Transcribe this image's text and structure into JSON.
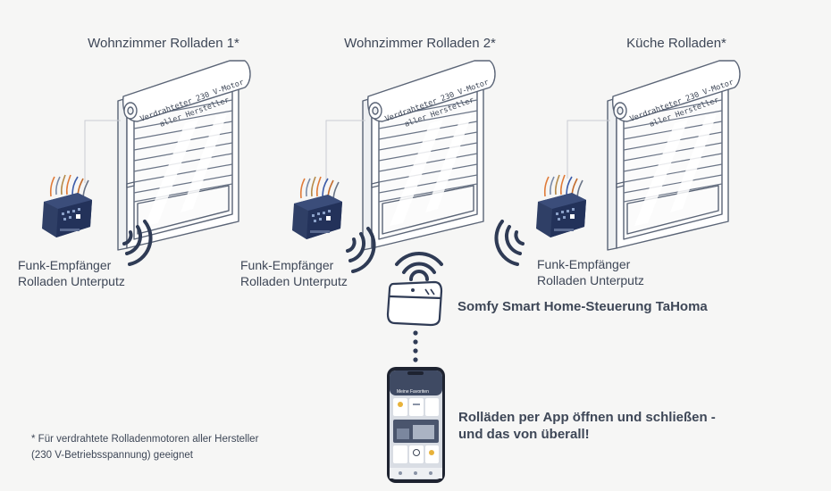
{
  "shutters": [
    {
      "title": "Wohnzimmer Rolladen 1*",
      "motor_text_line1": "Verdrahteter 230 V-Motor",
      "motor_text_line2": "aller Hersteller"
    },
    {
      "title": "Wohnzimmer Rolladen 2*",
      "motor_text_line1": "Verdrahteter 230 V-Motor",
      "motor_text_line2": "aller Hersteller"
    },
    {
      "title": "Küche Rolladen*",
      "motor_text_line1": "Verdrahteter 230 V-Motor",
      "motor_text_line2": "aller Hersteller"
    }
  ],
  "receivers": [
    {
      "line1": "Funk-Empfänger",
      "line2": "Rolladen Unterputz"
    },
    {
      "line1": "Funk-Empfänger",
      "line2": "Rolladen Unterputz"
    },
    {
      "line1": "Funk-Empfänger",
      "line2": "Rolladen Unterputz"
    }
  ],
  "hub": {
    "label": "Somfy Smart Home-Steuerung TaHoma"
  },
  "app": {
    "line1": "Rolläden per App öffnen und schließen -",
    "line2": "und das von überall!",
    "screen_title": "Meine Favoriten"
  },
  "footnote": {
    "line1": "* Für verdrahtete Rolladenmotoren aller Hersteller",
    "line2": "(230 V-Betriebsspannung) geeignet"
  },
  "colors": {
    "line": "#5a6476",
    "navy": "#2c3e63",
    "accent": "#e8b23a",
    "background": "#f6f6f5"
  }
}
